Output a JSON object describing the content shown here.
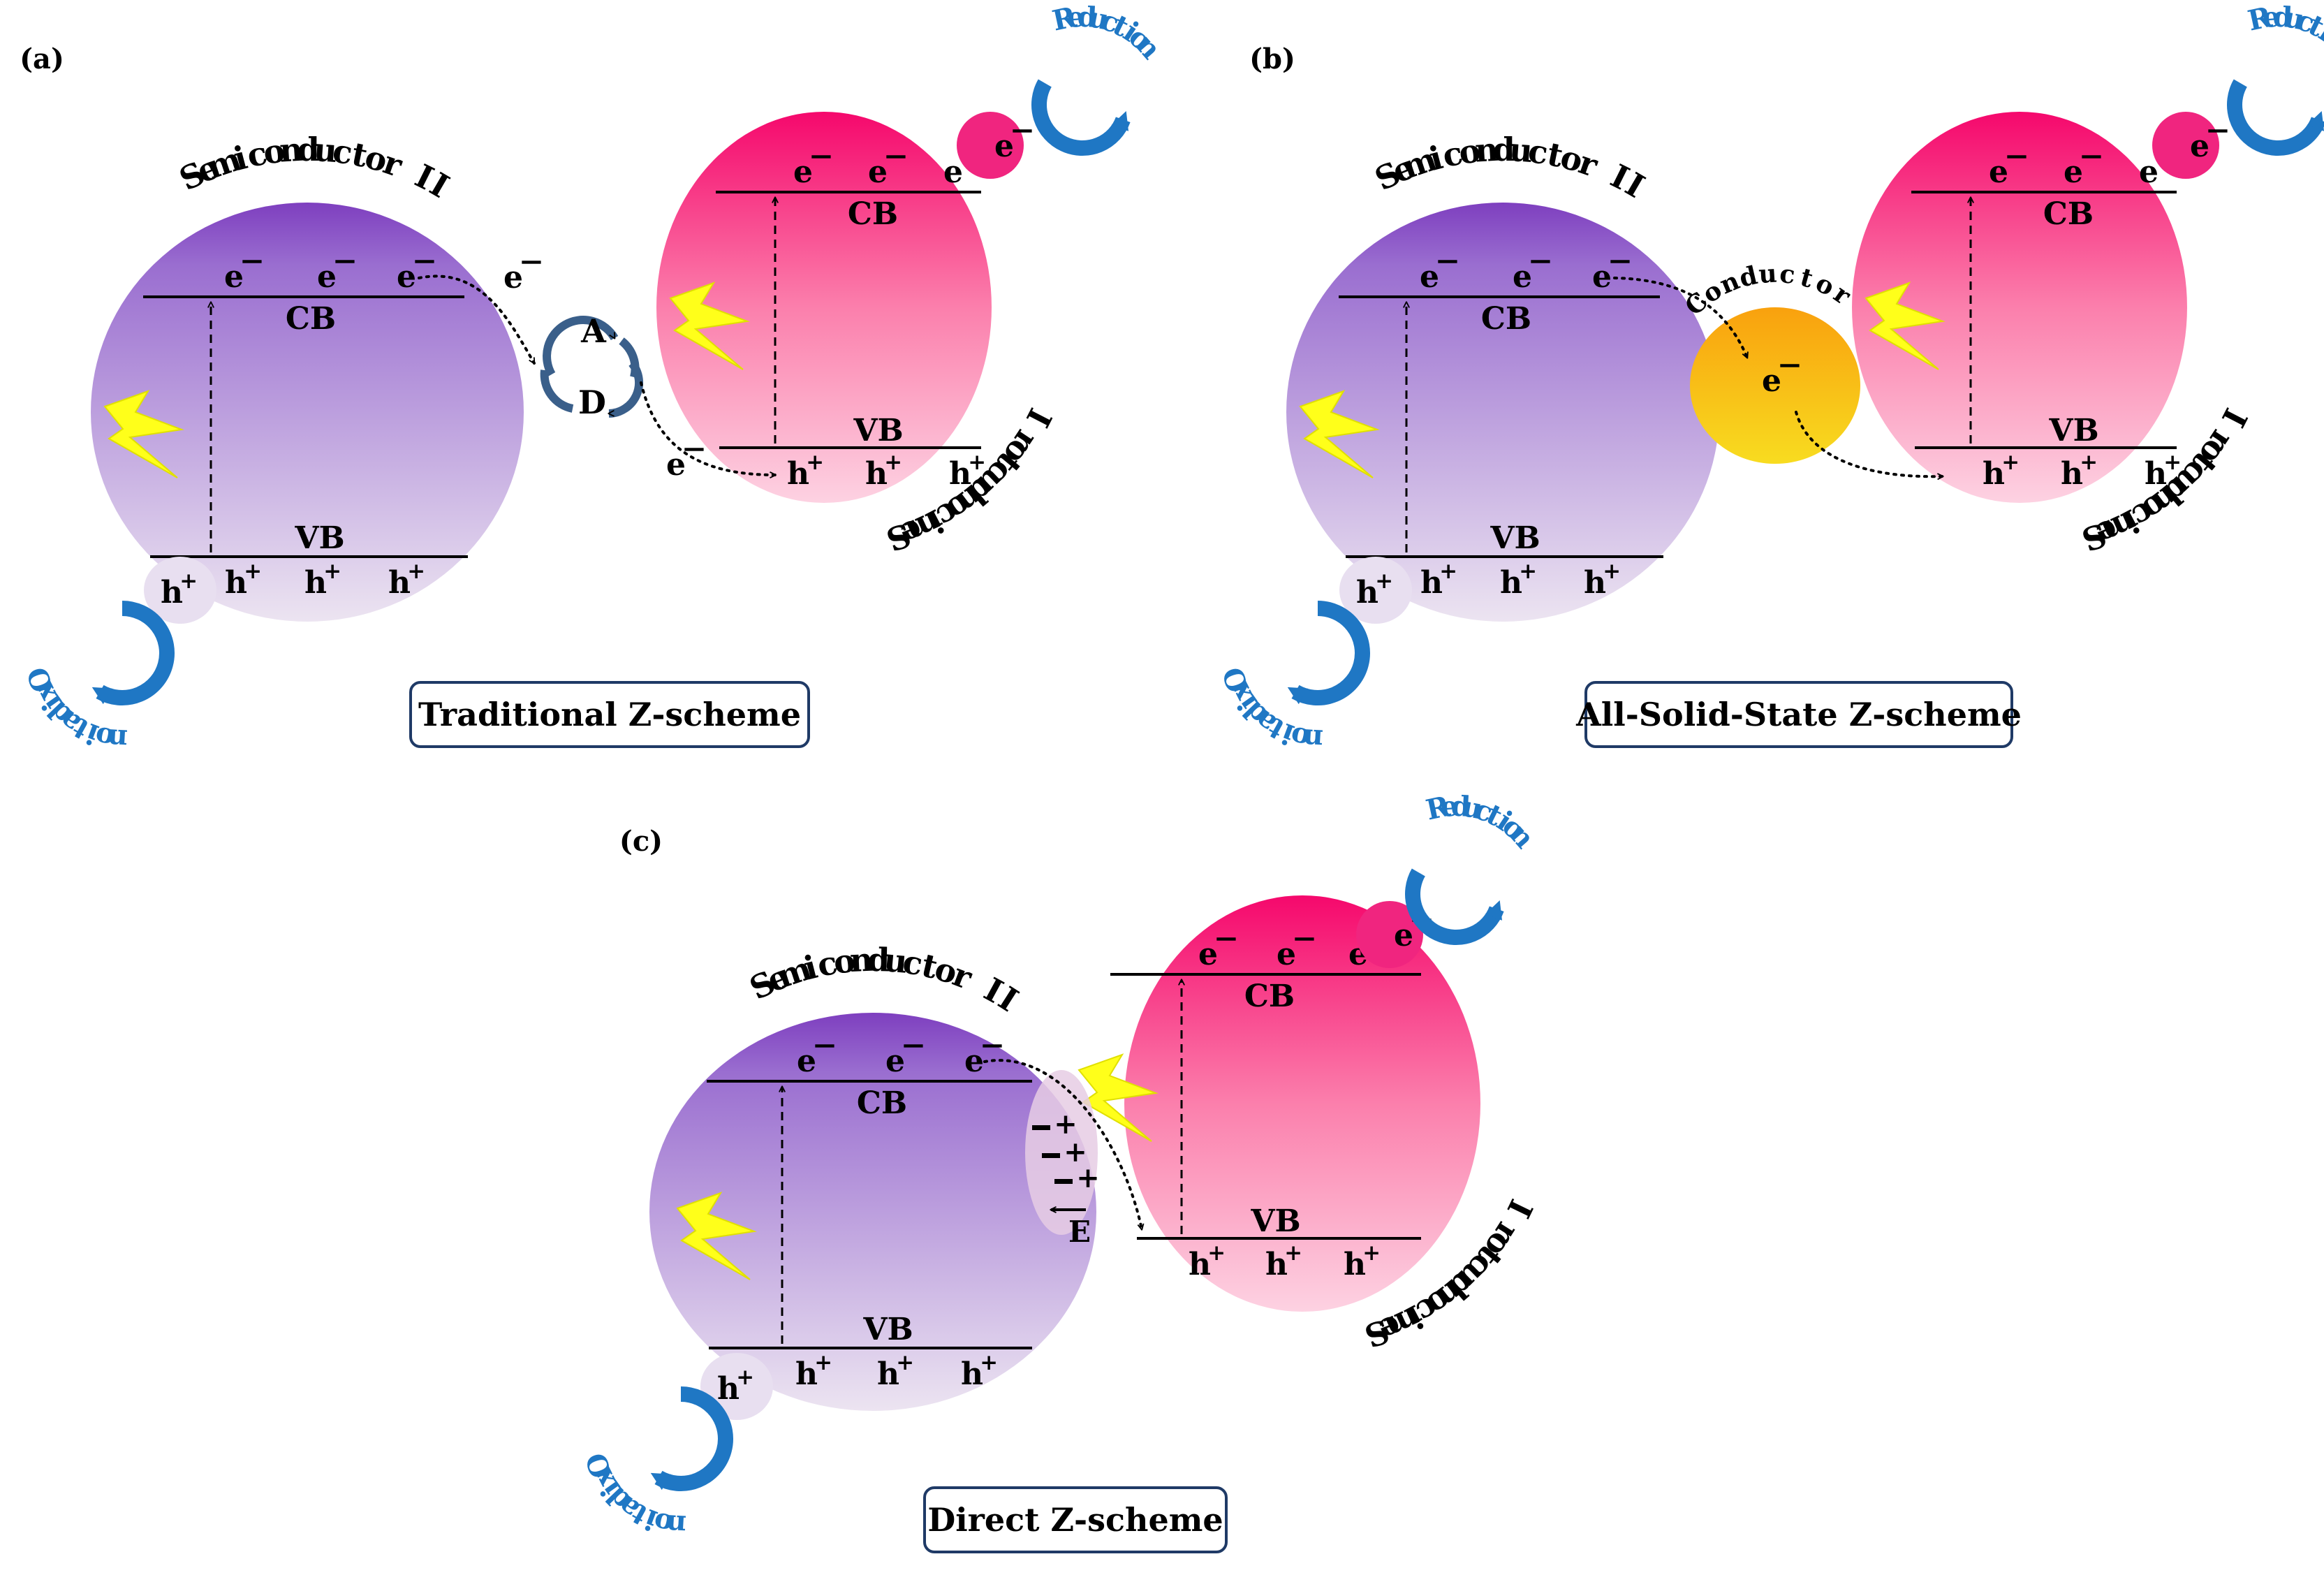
{
  "panels": [
    {
      "id": "a",
      "label": "(a)",
      "caption": "Traditional Z-scheme",
      "type": "traditional",
      "sc2_title": "Semiconductor II",
      "sc1_title": "Semiconductor I",
      "cb": "CB",
      "vb": "VB",
      "electron": "e",
      "hole": "h",
      "plus": "+",
      "reduction": "Reduction",
      "oxidation": "Oxidation",
      "mediator_acceptor": "A",
      "mediator_donor": "D"
    },
    {
      "id": "b",
      "label": "(b)",
      "caption": "All-Solid-State Z-scheme",
      "type": "allsolid",
      "sc2_title": "Semiconductor II",
      "sc1_title": "Semiconductor I",
      "cb": "CB",
      "vb": "VB",
      "electron": "e",
      "hole": "h",
      "plus": "+",
      "reduction": "Reduction",
      "oxidation": "Oxidation",
      "conductor": "Conductor"
    },
    {
      "id": "c",
      "label": "(c)",
      "caption": "Direct Z-scheme",
      "type": "direct",
      "sc2_title": "Semiconductor II",
      "sc1_title": "Semiconductor I",
      "cb": "CB",
      "vb": "VB",
      "electron": "e",
      "hole": "h",
      "plus": "+",
      "reduction": "Reduction",
      "oxidation": "Oxidation",
      "field": "E"
    }
  ],
  "colors": {
    "purple_top": "#7e3fbf",
    "purple_bottom": "#ece4f1",
    "pink_top": "#f5086c",
    "pink_bottom": "#fdd2e2",
    "arrow_blue": "#1f77c4",
    "mediator_blue": "#3a5f8a",
    "caption_border": "#1f3a66",
    "lightning": "#ffff1a",
    "conductor_top": "#f9a10e",
    "conductor_bottom": "#f8dc20"
  }
}
